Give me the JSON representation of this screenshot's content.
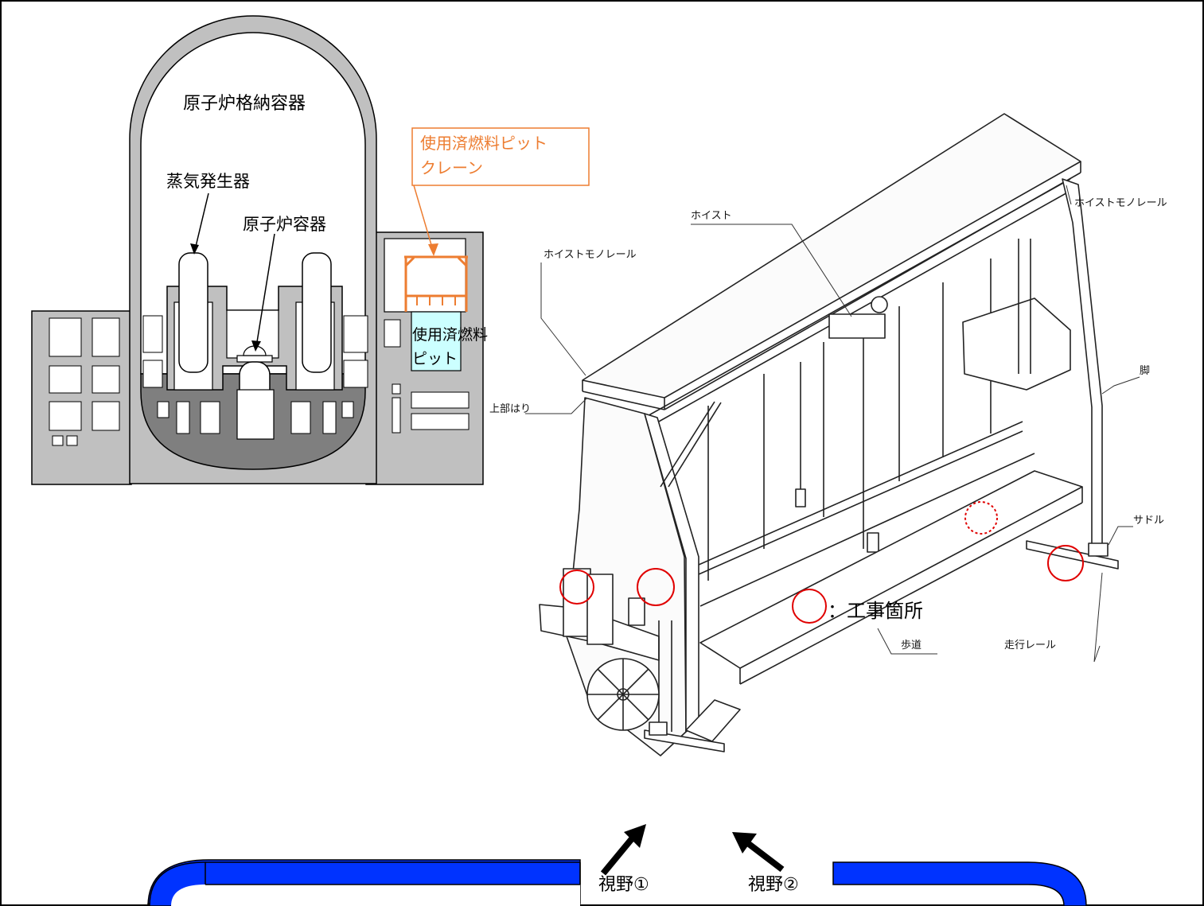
{
  "reactor": {
    "containment": "原子炉格納容器",
    "steam_generator": "蒸気発生器",
    "reactor_vessel": "原子炉容器",
    "pit_crane": "使用済燃料ピット\nクレーン",
    "pit_line1": "使用済燃料",
    "pit_line2": "ピット",
    "accent": "#ed7d31",
    "pit_fill": "#ccffff"
  },
  "crane": {
    "hoist": "ホイスト",
    "monorail_left": "ホイストモノレール",
    "monorail_right": "ホイストモノレール",
    "upper_beam": "上部はり",
    "leg": "脚",
    "saddle": "サドル",
    "walkway": "歩道",
    "rail": "走行レール"
  },
  "legend": {
    "text": "：工事箇所",
    "mark_color": "#e00000"
  },
  "views": {
    "view1": "視野①",
    "view2": "視野②"
  },
  "banner": {
    "color": "#0033ff"
  }
}
